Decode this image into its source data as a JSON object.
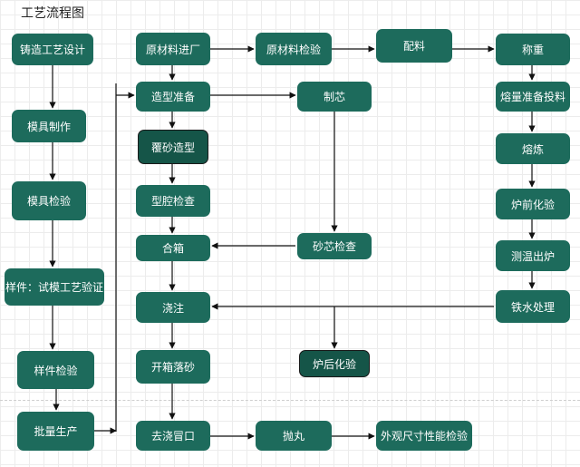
{
  "title": "工艺流程图",
  "nodes": {
    "n1": "铸造工艺设计",
    "n2": "模具制作",
    "n3": "模具检验",
    "n4": "样件：试模工艺验证",
    "n5": "样件检验",
    "n6": "批量生产",
    "m1": "原材料进厂",
    "m2": "造型准备",
    "m3": "覆砂造型",
    "m4": "型腔检查",
    "m5": "合箱",
    "m6": "浇注",
    "m7": "开箱落砂",
    "m8": "去浇冒口",
    "c1": "原材料检验",
    "c2": "制芯",
    "c3": "砂芯检查",
    "c4": "炉后化验",
    "c5": "抛丸",
    "p1": "配料",
    "p2": "外观尺寸性能检验",
    "r1": "称重",
    "r2": "熔量准备投料",
    "r3": "熔炼",
    "r4": "炉前化验",
    "r5": "测温出炉",
    "r6": "铁水处理"
  }
}
